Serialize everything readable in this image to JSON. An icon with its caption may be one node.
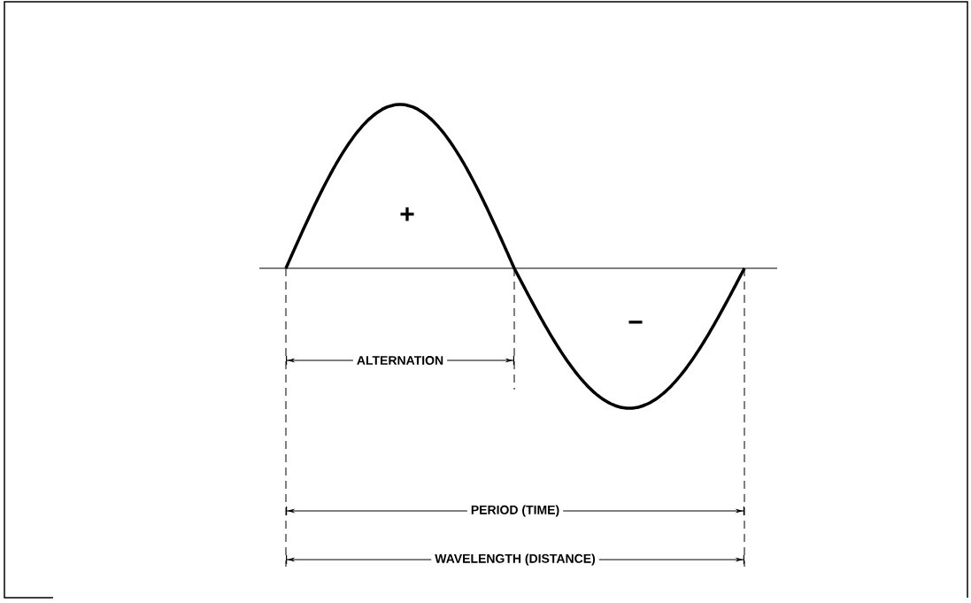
{
  "diagram": {
    "labels": [
      "+",
      "−",
      "ALTERNATION",
      "PERIOD (TIME)",
      "WAVELENGTH (DISTANCE)"
    ]
  }
}
